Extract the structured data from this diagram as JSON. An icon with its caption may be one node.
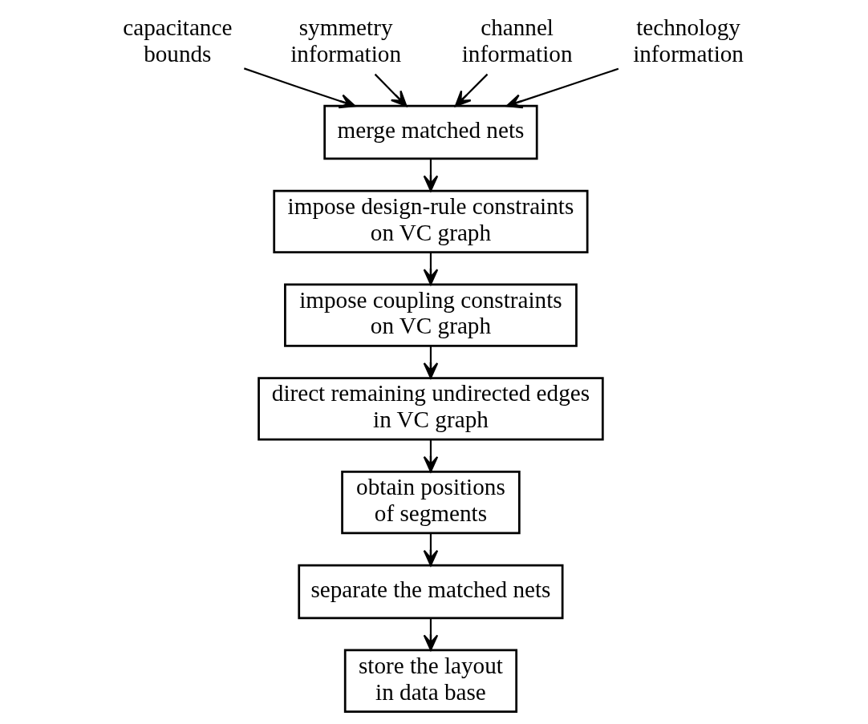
{
  "diagram": {
    "nodes": [
      {
        "text": [
          "capacitance bounds"
        ]
      },
      {
        "text": [
          "symmetry information"
        ]
      },
      {
        "text": [
          "channel information"
        ]
      },
      {
        "text": [
          "technology information"
        ]
      },
      {
        "text": [
          "merge matched nets"
        ]
      },
      {
        "text": [
          "impose design-rule constraints on VC graph"
        ]
      },
      {
        "text": [
          "impose coupling constraints on VC graph"
        ]
      },
      {
        "text": [
          "direct remaining undirected edges in VC graph"
        ]
      },
      {
        "text": [
          "obtain positions of segments"
        ]
      },
      {
        "text": [
          "separate the matched nets"
        ]
      },
      {
        "text": [
          "store the layout in data base"
        ]
      }
    ],
    "edges": [
      {
        "from": 0,
        "to": 4,
        "arrow": "to"
      },
      {
        "from": 1,
        "to": 4,
        "arrow": "to"
      },
      {
        "from": 2,
        "to": 4,
        "arrow": "to"
      },
      {
        "from": 3,
        "to": 4,
        "arrow": "to"
      },
      {
        "from": 4,
        "to": 5,
        "arrow": "to"
      },
      {
        "from": 5,
        "to": 6,
        "arrow": "to"
      },
      {
        "from": 6,
        "to": 7,
        "arrow": "to"
      },
      {
        "from": 7,
        "to": 8,
        "arrow": "to"
      },
      {
        "from": 8,
        "to": 9,
        "arrow": "to"
      },
      {
        "from": 9,
        "to": 10,
        "arrow": "to"
      }
    ]
  }
}
